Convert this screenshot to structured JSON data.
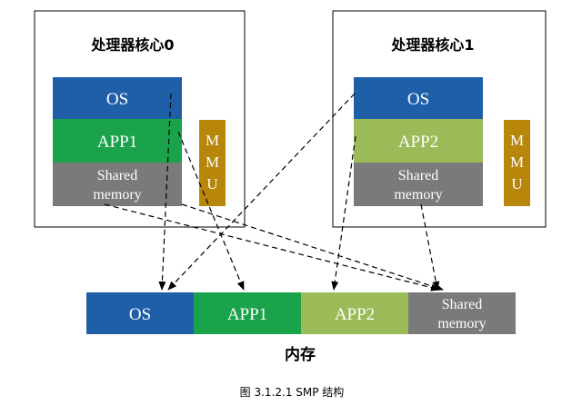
{
  "colors": {
    "os": "#1f5fa8",
    "app1": "#1aa34a",
    "app2": "#9bbb59",
    "shared": "#7a7a7a",
    "mmu": "#b8860b",
    "border": "#000000",
    "arrow": "#000000"
  },
  "cores": [
    {
      "title": "处理器核心0",
      "os_label": "OS",
      "app_label": "APP1",
      "shared_line1": "Shared",
      "shared_line2": "memory",
      "mmu_letters": [
        "M",
        "M",
        "U"
      ]
    },
    {
      "title": "处理器核心1",
      "os_label": "OS",
      "app_label": "APP2",
      "shared_line1": "Shared",
      "shared_line2": "memory",
      "mmu_letters": [
        "M",
        "M",
        "U"
      ]
    }
  ],
  "memory": {
    "title": "内存",
    "segments": [
      {
        "key": "os",
        "label": "OS"
      },
      {
        "key": "app1",
        "label": "APP1"
      },
      {
        "key": "app2",
        "label": "APP2"
      },
      {
        "key": "shared",
        "label_line1": "Shared",
        "label_line2": "memory"
      }
    ]
  },
  "caption": "图 3.1.2.1 SMP 结构"
}
